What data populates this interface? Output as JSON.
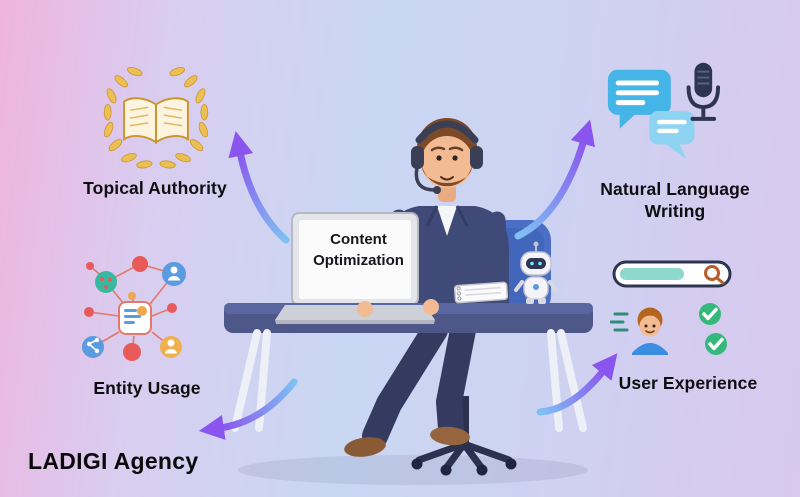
{
  "brand": "LADIGI Agency",
  "laptop_screen": {
    "line1": "Content",
    "line2": "Optimization"
  },
  "topics": {
    "topical_authority": "Topical Authority",
    "natural_language_writing": "Natural Language Writing",
    "entity_usage": "Entity Usage",
    "user_experience": "User Experience"
  },
  "icons": {
    "topical_authority": "laurel-wreath-open-book-icon",
    "natural_language_writing": "chat-bubbles-microphone-icon",
    "entity_usage": "entity-network-nodes-icon",
    "user_experience": "search-bar-user-checkmarks-icon"
  },
  "colors": {
    "bg_left": "#efb4df",
    "bg_mid": "#c9d7f3",
    "bg_right": "#d9c8ef",
    "arrow_start": "#7fc0f2",
    "arrow_end": "#8a55ee",
    "desk": "#4d5888",
    "suit": "#3f4a78",
    "chair": "#4a6fc4",
    "label_text": "#0e0e10"
  }
}
